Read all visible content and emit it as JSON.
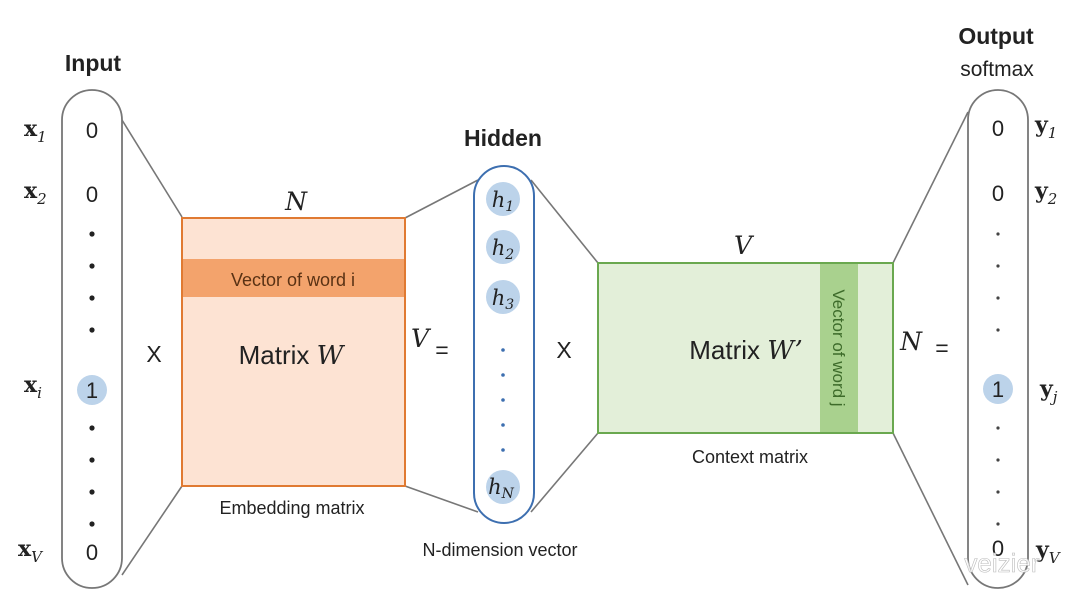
{
  "colors": {
    "outline_gray": "#777777",
    "embed_fill": "#fde3d3",
    "embed_border": "#e07a32",
    "embed_band": "#f3a36c",
    "ctx_fill": "#e3efd9",
    "ctx_border": "#6aa84f",
    "ctx_band": "#a9d18e",
    "hidden_border": "#3d6fb0",
    "bubble": "#bcd3ea",
    "text": "#222222"
  },
  "input": {
    "title": "Input",
    "labels": [
      "x",
      "x",
      "x",
      "x"
    ],
    "label_subs": [
      "1",
      "2",
      "i",
      "V"
    ],
    "values": [
      "0",
      "0",
      "1",
      "0"
    ],
    "highlight_index": 2
  },
  "embedding": {
    "top_label": "N",
    "side_label": "V",
    "band_text": "Vector of word i",
    "matrix_text": "Matrix ",
    "matrix_symbol": "W",
    "caption": "Embedding matrix"
  },
  "hidden": {
    "title": "Hidden",
    "symbol": "h",
    "subs": [
      "1",
      "2",
      "3",
      "N"
    ],
    "caption": "N-dimension vector"
  },
  "context": {
    "top_label": "V",
    "side_label": "N",
    "band_text": "Vector of word j",
    "matrix_text": "Matrix ",
    "matrix_symbol": "W’",
    "caption": "Context matrix"
  },
  "output": {
    "title": "Output",
    "subtitle": "softmax",
    "labels": [
      "y",
      "y",
      "y",
      "y"
    ],
    "label_subs": [
      "1",
      "2",
      "j",
      "V"
    ],
    "values": [
      "0",
      "0",
      "1",
      "0"
    ],
    "highlight_index": 2
  },
  "operators": {
    "times1": "X",
    "equals1": "=",
    "times2": "X",
    "equals2": "="
  },
  "watermark": "veizier"
}
